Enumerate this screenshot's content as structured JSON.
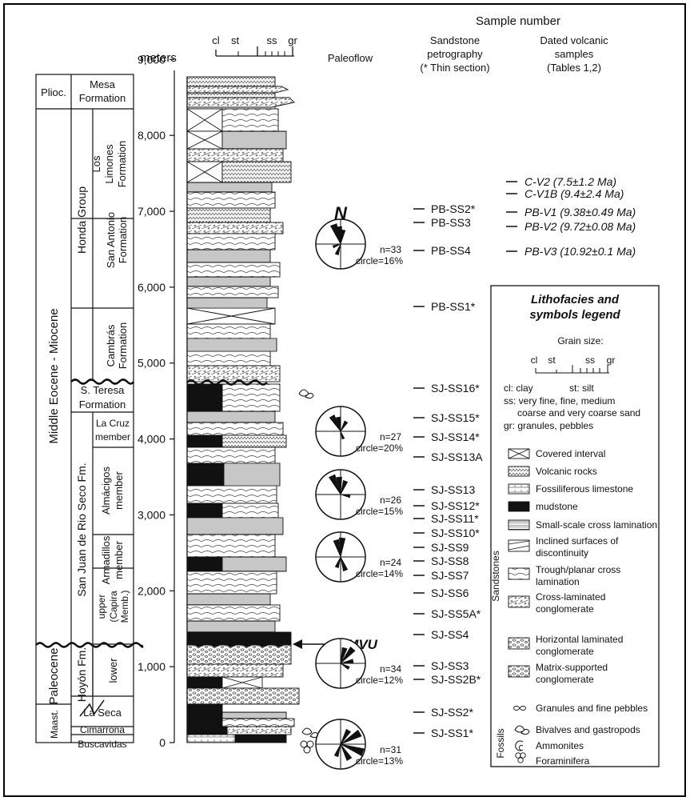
{
  "header": {
    "sample_number": "Sample number",
    "meters": "meters",
    "paleoflow": "Paleoflow",
    "sandstone_col": [
      "Sandstone",
      "petrography",
      "(* Thin section)"
    ],
    "volcanic_col": [
      "Dated volcanic",
      "samples",
      "(Tables 1,2)"
    ],
    "grain_scale": [
      "cl",
      "st",
      "ss",
      "gr"
    ]
  },
  "epochs": [
    {
      "label": "Plioc."
    },
    {
      "label": "Middle Eocene - Miocene"
    },
    {
      "label": "Paleocene"
    },
    {
      "label": "Maast."
    }
  ],
  "groups": [
    {
      "label": "Honda Group"
    },
    {
      "label": "San Juan de Rio Seco Fm."
    },
    {
      "label": "Hoyón Fm."
    }
  ],
  "formations": [
    {
      "label": [
        "Mesa",
        "Formation"
      ]
    },
    {
      "label": [
        "Los",
        "Limones",
        "Formation"
      ]
    },
    {
      "label": [
        "San Antonio",
        "Formation"
      ]
    },
    {
      "label": [
        "Cambrás",
        "Formation"
      ]
    },
    {
      "label": [
        "S. Teresa",
        "Formation"
      ]
    },
    {
      "label": [
        "La Cruz",
        "member"
      ]
    },
    {
      "label": [
        "Almácigos",
        "member"
      ]
    },
    {
      "label": [
        "Armadillos",
        "member"
      ]
    },
    {
      "label": [
        "upper",
        "(Capira",
        "Memb.)"
      ]
    },
    {
      "label": [
        "lower"
      ]
    },
    {
      "label": [
        "La Seca"
      ]
    },
    {
      "label": [
        "Cimarrona"
      ]
    },
    {
      "label": [
        "Buscavidas"
      ]
    }
  ],
  "depth_ticks": [
    "0",
    "1,000",
    "2,000",
    "3,000",
    "4,000",
    "5,000",
    "6,000",
    "7,000",
    "8,000",
    "9,000"
  ],
  "mmvu": "MMVU",
  "north": "N",
  "rose_diagrams": [
    {
      "n": "n=33",
      "circle": "circle=16%"
    },
    {
      "n": "n=27",
      "circle": "circle=20%"
    },
    {
      "n": "n=26",
      "circle": "circle=15%"
    },
    {
      "n": "n=24",
      "circle": "circle=14%"
    },
    {
      "n": "n=34",
      "circle": "circle=12%"
    },
    {
      "n": "n=31",
      "circle": "circle=13%"
    }
  ],
  "sandstone_samples": [
    "PB-SS2*",
    "PB-SS3",
    "PB-SS4",
    "PB-SS1*",
    "SJ-SS16*",
    "SJ-SS15*",
    "SJ-SS14*",
    "SJ-SS13A",
    "SJ-SS13",
    "SJ-SS12*",
    "SJ-SS11*",
    "SJ-SS10*",
    "SJ-SS9",
    "SJ-SS8",
    "SJ-SS7",
    "SJ-SS6",
    "SJ-SS5A*",
    "SJ-SS4",
    "SJ-SS3",
    "SJ-SS2B*",
    "SJ-SS2*",
    "SJ-SS1*"
  ],
  "volcanic_samples": [
    "C-V2 (7.5±1.2 Ma)",
    "C-V1B (9.4±2.4 Ma)",
    "PB-V1 (9.38±0.49 Ma)",
    "PB-V2 (9.72±0.08 Ma)",
    "PB-V3 (10.92±0.1 Ma)"
  ],
  "legend": {
    "title": [
      "Lithofacies and",
      "symbols legend"
    ],
    "grain_size": "Grain size:",
    "scale": [
      "cl",
      "st",
      "ss",
      "gr"
    ],
    "definitions": [
      "cl: clay",
      "st: silt",
      "ss: very fine, fine, medium",
      "coarse and very coarse sand",
      "gr: granules, pebbles"
    ],
    "items": [
      [
        "Covered interval"
      ],
      [
        "Volcanic rocks"
      ],
      [
        "Fossiliferous limestone"
      ],
      [
        "mudstone"
      ],
      [
        "Small-scale cross lamination"
      ],
      [
        "Inclined surfaces of",
        "discontinuity"
      ],
      [
        "Trough/planar cross",
        "lamination"
      ],
      [
        "Cross-laminated",
        "conglomerate"
      ],
      [
        "Horizontal laminated",
        "conglomerate"
      ],
      [
        "Matrix-supported",
        "conglomerate"
      ],
      [
        "Granules and fine pebbles"
      ],
      [
        "Bivalves and gastropods"
      ],
      [
        "Ammonites"
      ],
      [
        "Foraminifera"
      ]
    ],
    "sandstones": "Sandstones",
    "fossils": "Fossils"
  },
  "colors": {
    "ink": "#111111",
    "paper": "#ffffff",
    "mud": "#0d0d0d",
    "fill": "#9a9a9a",
    "vol": "#bfbfbf"
  }
}
